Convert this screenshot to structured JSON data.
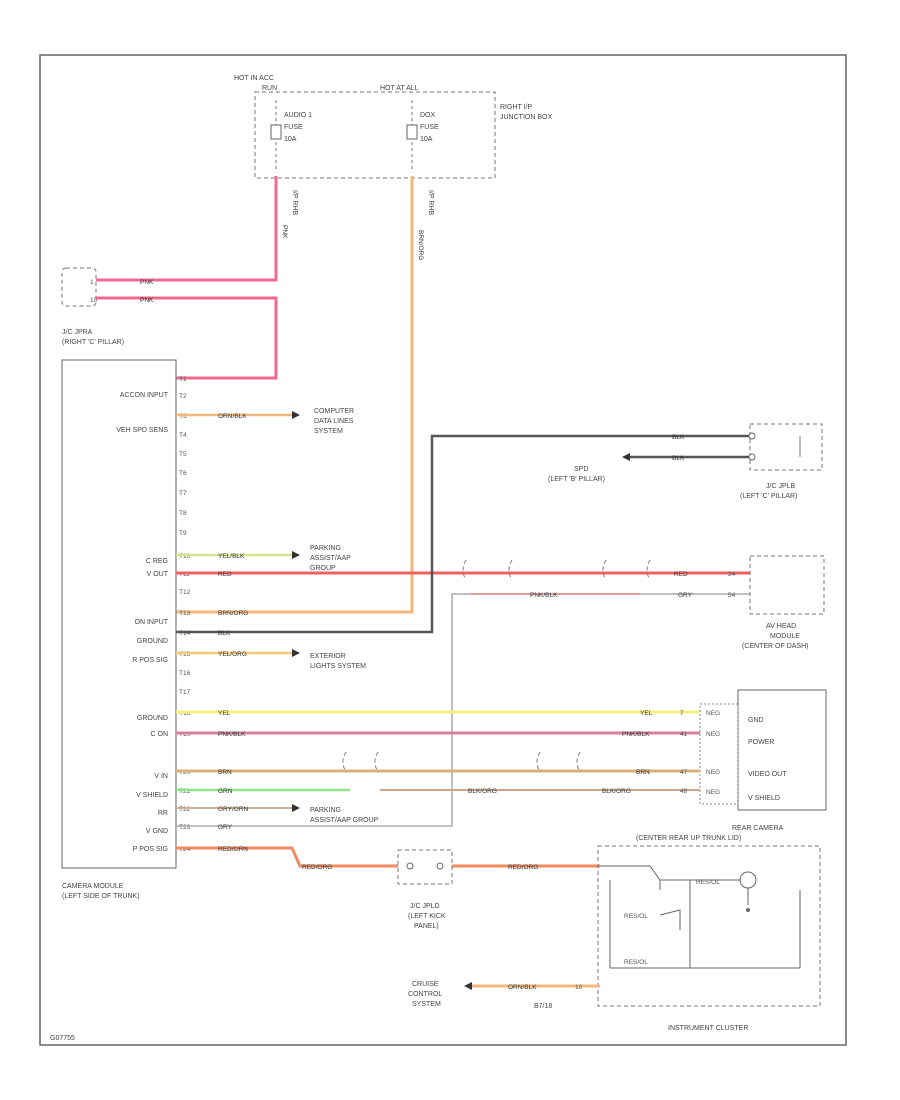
{
  "colors": {
    "pnk": "#f06a8f",
    "org": "#f0b97a",
    "blk": "#555555",
    "ylw": "#f4f07a",
    "red": "#f06060",
    "grn": "#8fe48a",
    "brn": "#d9b277",
    "gry": "#b9b9b9",
    "outline": "#666666"
  },
  "fuse_block": {
    "hot_label": "HOT IN ACC",
    "run_label": "RUN",
    "hot_at_all": "HOT AT ALL",
    "fuse1_name": "AUDIO 1",
    "fuse1_label": "FUSE",
    "fuse1_rating": "10A",
    "fuse2_name": "DOX",
    "fuse2_label": "FUSE",
    "fuse2_rating": "10A",
    "title1": "RIGHT I/P",
    "title2": "JUNCTION BOX",
    "ip_note1": "I/P RHB",
    "ip_note2": "I/P RHB"
  },
  "jc_right_c": {
    "name": "J/C JPRA",
    "location": "(RIGHT 'C' PILLAR)",
    "pin1": "1",
    "pin2": "10",
    "wire1": "PNK",
    "wire2": "PNK"
  },
  "camera_module": {
    "name": "CAMERA MODULE",
    "location": "(LEFT SIDE OF TRUNK)",
    "labels": [
      "ACCON INPUT",
      "VEH SPD SENS",
      "C REG",
      "V OUT",
      "ON INPUT",
      "GROUND",
      "R POS SIG",
      "GROUND",
      "C ON",
      "V IN",
      "V SHIELD",
      "RR",
      "V GND",
      "P POS SIG"
    ],
    "pins": [
      "T1",
      "T2",
      "T3",
      "T4",
      "T5",
      "T6",
      "T7",
      "T8",
      "T9",
      "T10",
      "T11",
      "T12",
      "T13",
      "T14",
      "T15",
      "T16",
      "T17",
      "T18",
      "T19",
      "T20",
      "T21",
      "T22",
      "T23",
      "T24"
    ]
  },
  "wires": {
    "t1": "PNK",
    "t3": "ORN/BLK",
    "t10": "YEL/BLK",
    "t11": "RED",
    "t13": "BRN/ORG",
    "t14": "BLK",
    "t15": "YEL/ORG",
    "t18": "YEL",
    "t19": "PNK/BLK",
    "t20": "BRN",
    "t21": "GRN",
    "t22": "GRY/ORN",
    "t23": "GRY",
    "t24": "RED/ORN"
  },
  "destinations": {
    "computer": [
      "COMPUTER",
      "DATA LINES",
      "SYSTEM"
    ],
    "parking1": [
      "PARKING",
      "ASSIST/AAP",
      "GROUP"
    ],
    "exterior": [
      "EXTERIOR",
      "LIGHTS SYSTEM"
    ],
    "parking2": [
      "PARKING",
      "ASSIST/AAP GROUP"
    ],
    "cruise": [
      "CRUISE",
      "CONTROL",
      "SYSTEM"
    ]
  },
  "spd": {
    "name": "SPD",
    "location": "(LEFT 'B' PILLAR)",
    "wire1": "BLK",
    "wire2": "BLK"
  },
  "jc_left_c": {
    "name": "J/C JPLB",
    "location": "(LEFT 'C' PILLAR)"
  },
  "av_head": {
    "name": "AV HEAD",
    "line2": "MODULE",
    "location": "(CENTER OF DASH)",
    "red_label": "RED",
    "gry_label": "GRY",
    "pnk_blk_label": "PNK/BLK",
    "pin1": "24",
    "pin2": "54"
  },
  "display": {
    "labels": [
      "GND",
      "POWER",
      "VIDEO OUT",
      "V SHIELD"
    ],
    "yel": "YEL",
    "pnk_blk": "PNK/BLK",
    "brn": "BRN",
    "blk_org": "BLK/ORG",
    "pins": [
      "7",
      "41",
      "47",
      "48"
    ],
    "neg": "NEG"
  },
  "jc_left_kick": {
    "name": "J/C JPLD",
    "location": "(LEFT KICK",
    "location2": "PANEL)",
    "wire_in": "RED/ORG",
    "wire_out": "RED/ORG"
  },
  "rear_camera": {
    "name": "REAR CAMERA",
    "location": "(CENTER REAR UP TRUNK LID)",
    "res1": "RES/OL",
    "res2": "RES/OL",
    "res3": "RES/OL"
  },
  "cruise": {
    "wire": "ORN/BLK",
    "pin": "10",
    "connector": "B7/18",
    "cluster": "INSTRUMENT CLUSTER"
  },
  "figure_id": "G07755"
}
